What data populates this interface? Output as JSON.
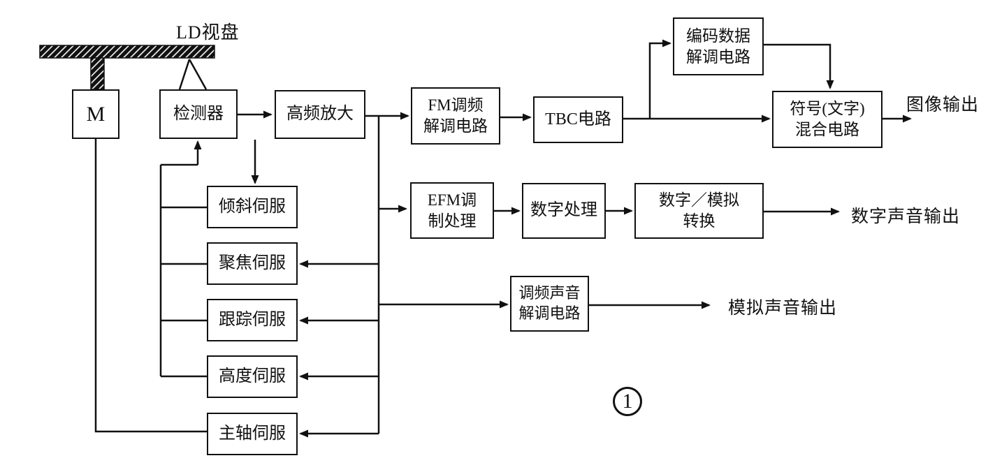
{
  "blocks": {
    "motor": {
      "label": "M"
    },
    "detector": {
      "label": "检测器"
    },
    "hf_amp": {
      "label": "高频放大"
    },
    "fm_video_demod": {
      "label": "FM调频\n解调电路"
    },
    "tbc": {
      "label": "TBC电路"
    },
    "coded_data_demod": {
      "label": "编码数据\n解调电路"
    },
    "symbol_mixer": {
      "label": "符号(文字)\n混合电路"
    },
    "efm_demod": {
      "label": "EFM调\n制处理"
    },
    "digital_processing": {
      "label": "数字处理"
    },
    "da_converter": {
      "label": "数字／模拟\n转换"
    },
    "fm_audio_demod": {
      "label": "调频声音\n解调电路"
    },
    "tilt_servo": {
      "label": "倾斜伺服"
    },
    "focus_servo": {
      "label": "聚焦伺服"
    },
    "tracking_servo": {
      "label": "跟踪伺服"
    },
    "height_servo": {
      "label": "高度伺服"
    },
    "spindle_servo": {
      "label": "主轴伺服"
    }
  },
  "labels": {
    "disc": "LD视盘",
    "image_output": "图像输出",
    "digital_audio_output": "数字声音输出",
    "analog_audio_output": "模拟声音输出",
    "figure_number": "1"
  },
  "colors": {
    "ink": "#111111",
    "background": "#ffffff"
  }
}
